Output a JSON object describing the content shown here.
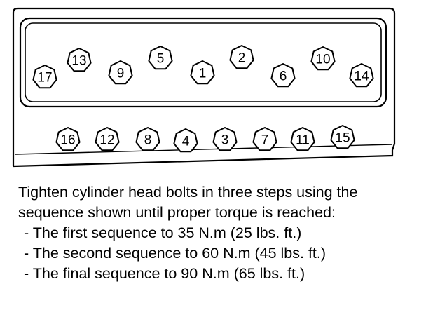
{
  "diagram": {
    "upper_row_bolts": [
      "17",
      "13",
      "9",
      "5",
      "1",
      "2",
      "6",
      "10",
      "14"
    ],
    "lower_row_bolts": [
      "16",
      "12",
      "8",
      "4",
      "3",
      "7",
      "11",
      "15"
    ]
  },
  "caption": {
    "intro": "Tighten cylinder head bolts in three steps using the sequence shown until proper torque is reached:",
    "steps": [
      {
        "text": "- The first sequence to 35 N.m (25 lbs. ft.)"
      },
      {
        "text": "- The second sequence to 60 N.m (45 lbs. ft.)"
      },
      {
        "text": "- The final sequence to 90 N.m (65 lbs. ft.)"
      }
    ]
  },
  "colors": {
    "line": "#000000",
    "background": "#ffffff"
  }
}
